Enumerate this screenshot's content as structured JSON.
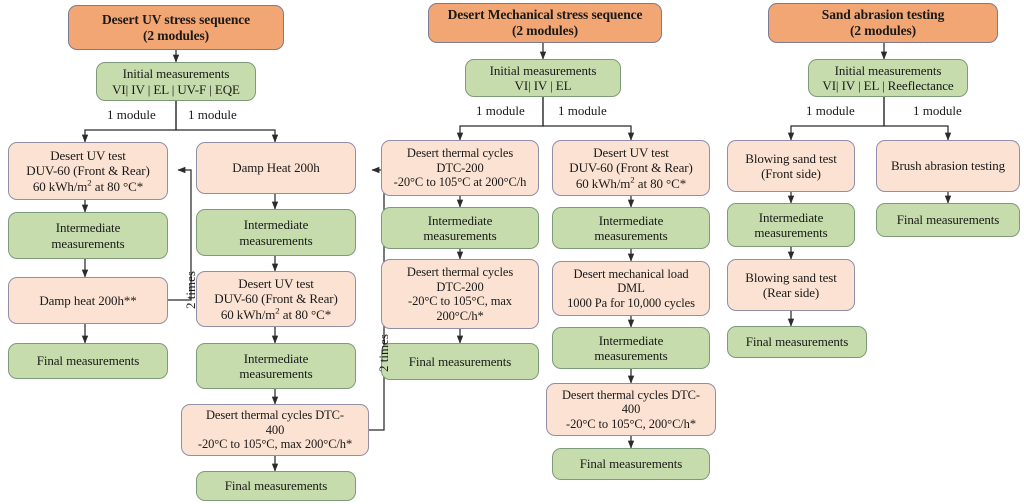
{
  "diagram": {
    "title": "Desert stress test sequences flowchart",
    "colors": {
      "header_fill": "#F2A673",
      "test_fill": "#FBE2D2",
      "measurement_fill": "#C6DCAD",
      "border": "#8f8fa8",
      "measurement_border": "#7d9b7a",
      "arrow": "#2b2b2b",
      "background": "#ffffff"
    },
    "columns": [
      {
        "id": "desert-uv",
        "header": {
          "line1": "Desert UV stress sequence",
          "line2": "(2 modules)"
        },
        "initial": {
          "line1": "Initial measurements",
          "line2": "VI| IV | EL | UV-F | EQE"
        },
        "branch_labels": [
          "1 module",
          "1 module"
        ],
        "loop_labels": [
          "2 times",
          "2 times"
        ]
      },
      {
        "id": "desert-mechanical",
        "header": {
          "line1": "Desert Mechanical stress sequence",
          "line2": "(2 modules)"
        },
        "initial": {
          "line1": "Initial measurements",
          "line2": "VI| IV | EL"
        },
        "branch_labels": [
          "1 module",
          "1 module"
        ],
        "loop_labels": []
      },
      {
        "id": "sand-abrasion",
        "header": {
          "line1": "Sand abrasion testing",
          "line2": "(2 modules)"
        },
        "initial": {
          "line1": "Initial measurements",
          "line2": "VI| IV | EL | Reeflectance"
        },
        "branch_labels": [
          "1 module",
          "1 module"
        ],
        "loop_labels": []
      }
    ],
    "nodes": {
      "c1_uv_test": {
        "lines": [
          "Desert UV test",
          "DUV-60 (Front & Rear)",
          "60 kWh/m2 at 80 °C*"
        ]
      },
      "c1_inter_1": {
        "lines": [
          "Intermediate",
          "measurements"
        ]
      },
      "c1_damp_heat": {
        "lines": [
          "Damp heat 200h**"
        ]
      },
      "c1_final": {
        "lines": [
          "Final measurements"
        ]
      },
      "c2_damp_heat": {
        "lines": [
          "Damp Heat 200h"
        ]
      },
      "c2_inter_1": {
        "lines": [
          "Intermediate",
          "measurements"
        ]
      },
      "c2_uv_test": {
        "lines": [
          "Desert UV test",
          "DUV-60 (Front & Rear)",
          "60 kWh/m2 at 80 °C*"
        ]
      },
      "c2_inter_2": {
        "lines": [
          "Intermediate",
          "measurements"
        ]
      },
      "c2_dtc400": {
        "lines": [
          "Desert thermal cycles DTC-",
          "400",
          "-20°C to 105°C, max 200°C/h*"
        ]
      },
      "c2_final": {
        "lines": [
          "Final measurements"
        ]
      },
      "c3_dtc200_a": {
        "lines": [
          "Desert thermal cycles",
          "DTC-200",
          "-20°C to 105°C at 200°C/h"
        ]
      },
      "c3_inter_1": {
        "lines": [
          "Intermediate",
          "measurements"
        ]
      },
      "c3_dtc200_b": {
        "lines": [
          "Desert thermal cycles",
          "DTC-200",
          "-20°C to 105°C, max",
          "200°C/h*"
        ]
      },
      "c3_final": {
        "lines": [
          "Final measurements"
        ]
      },
      "c4_uv_test": {
        "lines": [
          "Desert UV test",
          "DUV-60 (Front & Rear)",
          "60 kWh/m2 at 80 °C*"
        ]
      },
      "c4_inter_1": {
        "lines": [
          "Intermediate",
          "measurements"
        ]
      },
      "c4_dml": {
        "lines": [
          "Desert mechanical load",
          "DML",
          "1000 Pa for 10,000 cycles"
        ]
      },
      "c4_inter_2": {
        "lines": [
          "Intermediate",
          "measurements"
        ]
      },
      "c4_dtc400": {
        "lines": [
          "Desert thermal cycles DTC-",
          "400",
          "-20°C to 105°C, 200°C/h*"
        ]
      },
      "c4_final": {
        "lines": [
          "Final measurements"
        ]
      },
      "c5_blow_front": {
        "lines": [
          "Blowing sand test",
          "(Front side)"
        ]
      },
      "c5_inter_1": {
        "lines": [
          "Intermediate",
          "measurements"
        ]
      },
      "c5_blow_rear": {
        "lines": [
          "Blowing sand test",
          "(Rear side)"
        ]
      },
      "c5_final": {
        "lines": [
          "Final measurements"
        ]
      },
      "c6_brush": {
        "lines": [
          "Brush abrasion testing"
        ]
      },
      "c6_final": {
        "lines": [
          "Final measurements"
        ]
      }
    }
  }
}
